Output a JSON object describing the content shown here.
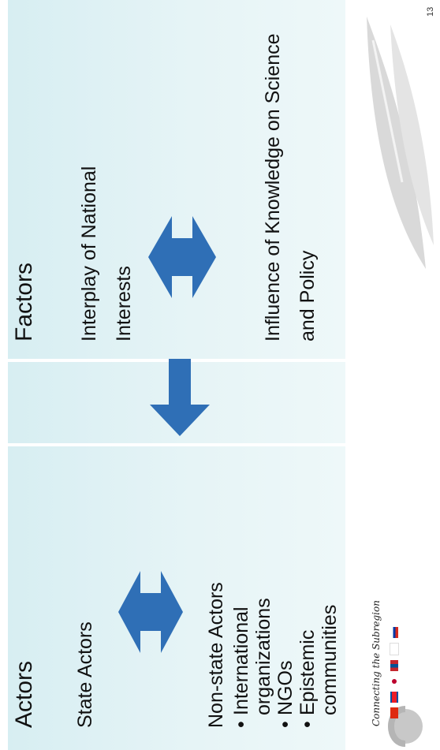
{
  "left_panel": {
    "title": "Actors",
    "state_actors": "State Actors",
    "non_state_title": "Non-state Actors",
    "non_state_items": [
      "International organizations",
      "NGOs",
      "Epistemic communities"
    ]
  },
  "right_panel": {
    "title": "Factors",
    "interplay": "Interplay of National Interests",
    "influence": "Influence of Knowledge on Science and Policy"
  },
  "page_number": "13",
  "logo_text": "Connecting the Subregion",
  "colors": {
    "arrow": "#2f6fb6",
    "panel": "#dff1f4"
  }
}
